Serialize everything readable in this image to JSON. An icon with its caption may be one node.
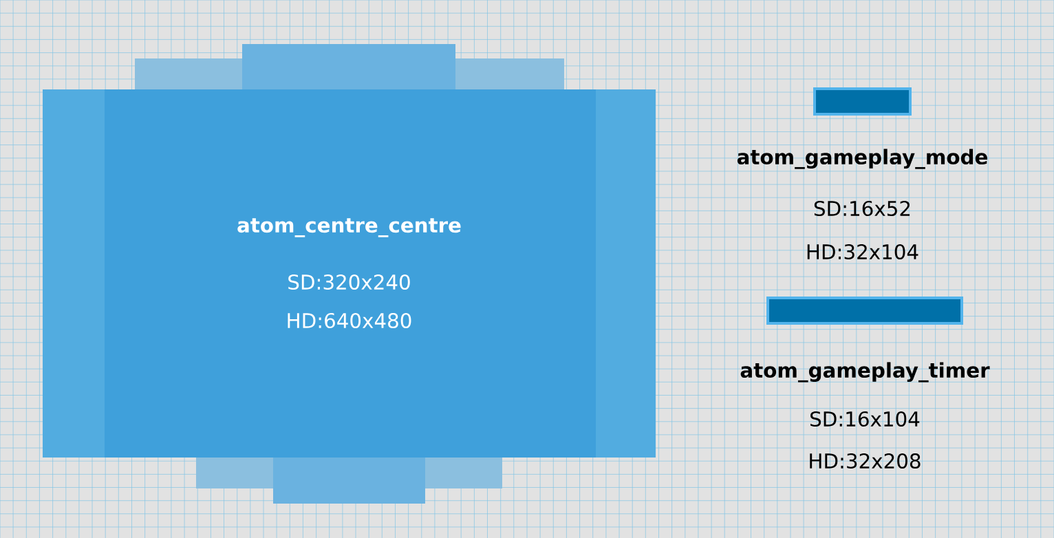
{
  "diagram": {
    "nodes": [
      {
        "text": [
          "atom_centre_centre",
          "SD:320x240",
          "HD:640x480"
        ]
      },
      {
        "text": [],
        "shape": "bar",
        "beside": [
          "atom_gameplay_mode",
          "SD:16x52",
          "HD:32x104"
        ]
      },
      {
        "text": [],
        "shape": "bar",
        "beside": [
          "atom_gameplay_timer",
          "SD:16x104",
          "HD:32x208"
        ]
      }
    ]
  }
}
